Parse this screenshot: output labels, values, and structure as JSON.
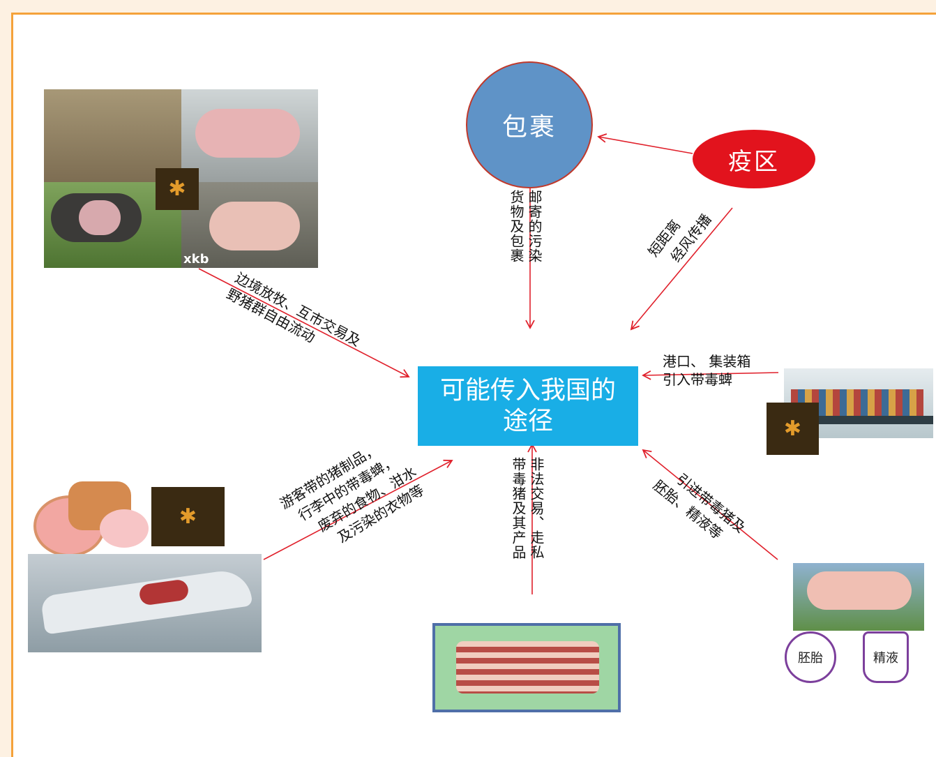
{
  "nodes": {
    "package": "包裹",
    "epidemic_zone": "疫区",
    "center_line1": "可能传入我国的",
    "center_line2": "途径"
  },
  "edges": {
    "mail": [
      "邮寄的污染",
      "货物及包裹"
    ],
    "wind": [
      "短距离",
      "经风传播"
    ],
    "border": [
      "边境放牧、互市交易及",
      "野猪群自由流动"
    ],
    "port": [
      "港口、 集装箱",
      "引入带毒蜱"
    ],
    "travel": [
      "游客带的猪制品，",
      "行李中的带毒蜱，",
      "废弃的食物、泔水",
      "及污染的衣物等"
    ],
    "smuggle": [
      "非法交易、走私",
      "带毒猪及其产品"
    ],
    "import": [
      "引进带毒猪及",
      "胚胎、精液等"
    ]
  },
  "pig_import_items": [
    "胚胎",
    "精液"
  ],
  "photo_caption": "xkb",
  "colors": {
    "arrow": "#e0202b",
    "center": "#19aee6",
    "package": "#5f93c7",
    "zone": "#e2131d",
    "border": "#f5a23a"
  }
}
